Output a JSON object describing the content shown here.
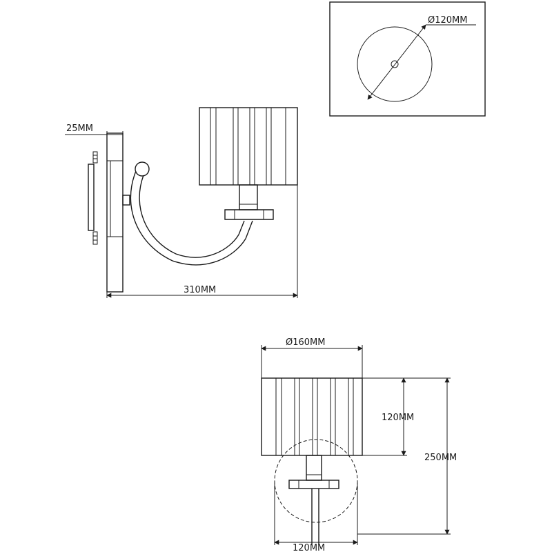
{
  "dimensions": {
    "base_diameter": "Ø120MM",
    "plate_depth": "25MM",
    "total_projection": "310MM",
    "shade_diameter": "Ø160MM",
    "shade_height": "120MM",
    "total_height": "250MM",
    "front_base_width": "120MM"
  }
}
